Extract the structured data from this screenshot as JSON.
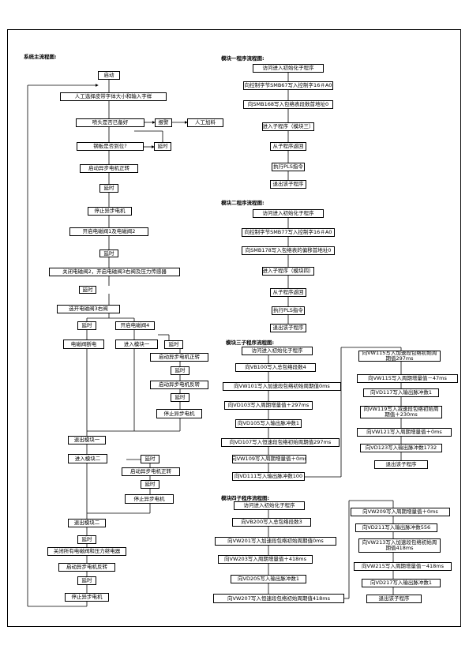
{
  "titles": {
    "main": "系统主流程图:",
    "m1": "模块一程序流程图:",
    "m2": "模块二程序流程图:",
    "m3": "模块三子程序流程图:",
    "m4": "模块四子程序流程图:"
  },
  "main": {
    "start": "启动",
    "input": "人工选择皮带字体大小和输入字样",
    "check_belt": "喷头是否已备好",
    "alarm": "报警",
    "manual_feed": "人工加料",
    "sensor_in_place": "钢板是否到位?",
    "delay_a": "延时",
    "start_async_fwd": "启动异步电机正转",
    "delay_b": "延时",
    "stop_async": "停止异步电机",
    "open_valves_1": "开启电磁阀1及电磁阀2",
    "delay_c": "延时",
    "close_valves": "关闭电磁阀2，开启电磁阀3右阀及压力传感器",
    "delay_d": "延时",
    "select_valve": "选开电磁阀3右阀",
    "delay_e": "延时",
    "open_valve_4": "开启电磁阀4",
    "valve_close_power": "电磁阀断电",
    "enter_m1": "进入模块一",
    "delay_f": "延时",
    "async_fwd_2": "启动异步电机正转",
    "delay_g": "延时",
    "async_rev": "启动异步电机反转",
    "delay_h": "延时",
    "stop_async_2": "停止异步电机",
    "exit_m1": "退出模块一",
    "enter_m2": "进入模块二",
    "delay_i": "延时",
    "async_fwd_3": "启动异步电机正转",
    "delay_j": "延时",
    "stop_async_3": "停止异步电机",
    "exit_m2": "退出模块二",
    "delay_k": "延时",
    "close_all": "关闭所有电磁阀和压力继电器",
    "async_rev_2": "启动异步电机反转",
    "delay_l": "延时",
    "stop_async_4": "停止异步电机"
  },
  "m1": [
    "访问进入初始化子程序",
    "向控制字节SMB67写入控制字16＃A0",
    "向SMB168写入包络表段数首地址0",
    "进入子程序（模块三）",
    "从子程序返回",
    "执行PLS指令",
    "退出该子程序"
  ],
  "m2": [
    "访问进入初始化子程序",
    "向控制字节SMB77写入控制字16＃A0",
    "向SMB178写入包络表的偏移首地址0",
    "进入子程序（模块四）",
    "从子程序返回",
    "执行PLS指令",
    "退出该子程序"
  ],
  "m3": {
    "left": [
      "访问进入初始化子程序",
      "向VB100写入总包络段数4",
      "向VW101写入加速段包络初始周期值0ms",
      "向VD103写入周期增量值＋297ms",
      "向VD105写入输出脉冲数1",
      "向VD107写入恒速段包络初始周期值297ms",
      "向VW109写入周期增量值＋0ms",
      "向VD111写入输出脉冲数100"
    ],
    "right": [
      "向VW115写入加速段包络初始周期值297ms",
      "向VW115写入周期增量值－47ms",
      "向VD117写入输出脉冲数1",
      "向VW119写入减速段包络初始周期值＋230ms",
      "向VW121写入周期增量值＋0ms",
      "向VD123写入输出脉冲数1732",
      "退出该子程序"
    ]
  },
  "m4": {
    "left": [
      "访问进入初始化子程序",
      "向VB200写入总包络段数3",
      "向VW201写入加速段包络初始周期值0ms",
      "向VW203写入周期增量值＋418ms",
      "向VD205写入输出脉冲数1",
      "向VW207写入恒速段包络初始周期值418ms"
    ],
    "right": [
      "向VW209写入周期增量值＋0ms",
      "向VD211写入输出脉冲数556",
      "向VW213写入加速段包络初始周期值418ms",
      "向VW215写入周期增量值－418ms",
      "向VD217写入输出脉冲数1",
      "退出该子程序"
    ]
  }
}
